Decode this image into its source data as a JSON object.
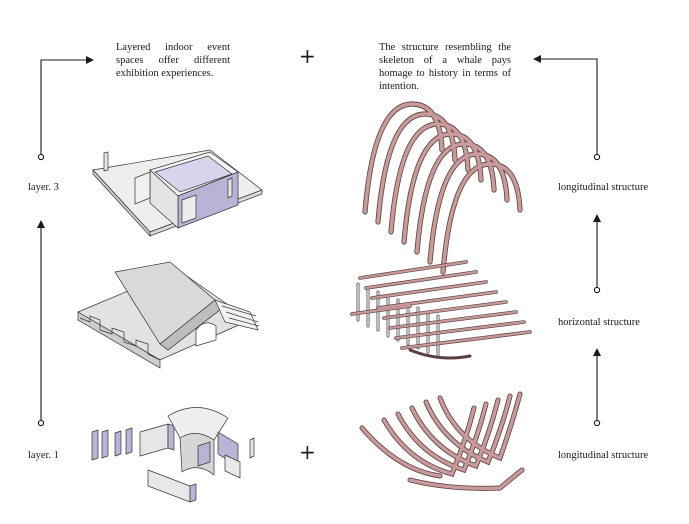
{
  "captions": {
    "left": "Layered indoor event spaces offer different exhibition experiences.",
    "right": "The structure resembling the skeleton of a whale pays homage to history in terms of intention."
  },
  "symbols": {
    "plus": "+"
  },
  "left_labels": {
    "top": "layer. 3",
    "bottom": "layer. 1"
  },
  "right_labels": {
    "top": "longitudinal structure",
    "middle": "horizontal structure",
    "bottom": "longitudinal structure"
  },
  "colors": {
    "rib": "#c99a9a",
    "rib_stroke": "#5a4040",
    "wall_shade": "#b9b4d6",
    "slab": "#ebebeb"
  }
}
